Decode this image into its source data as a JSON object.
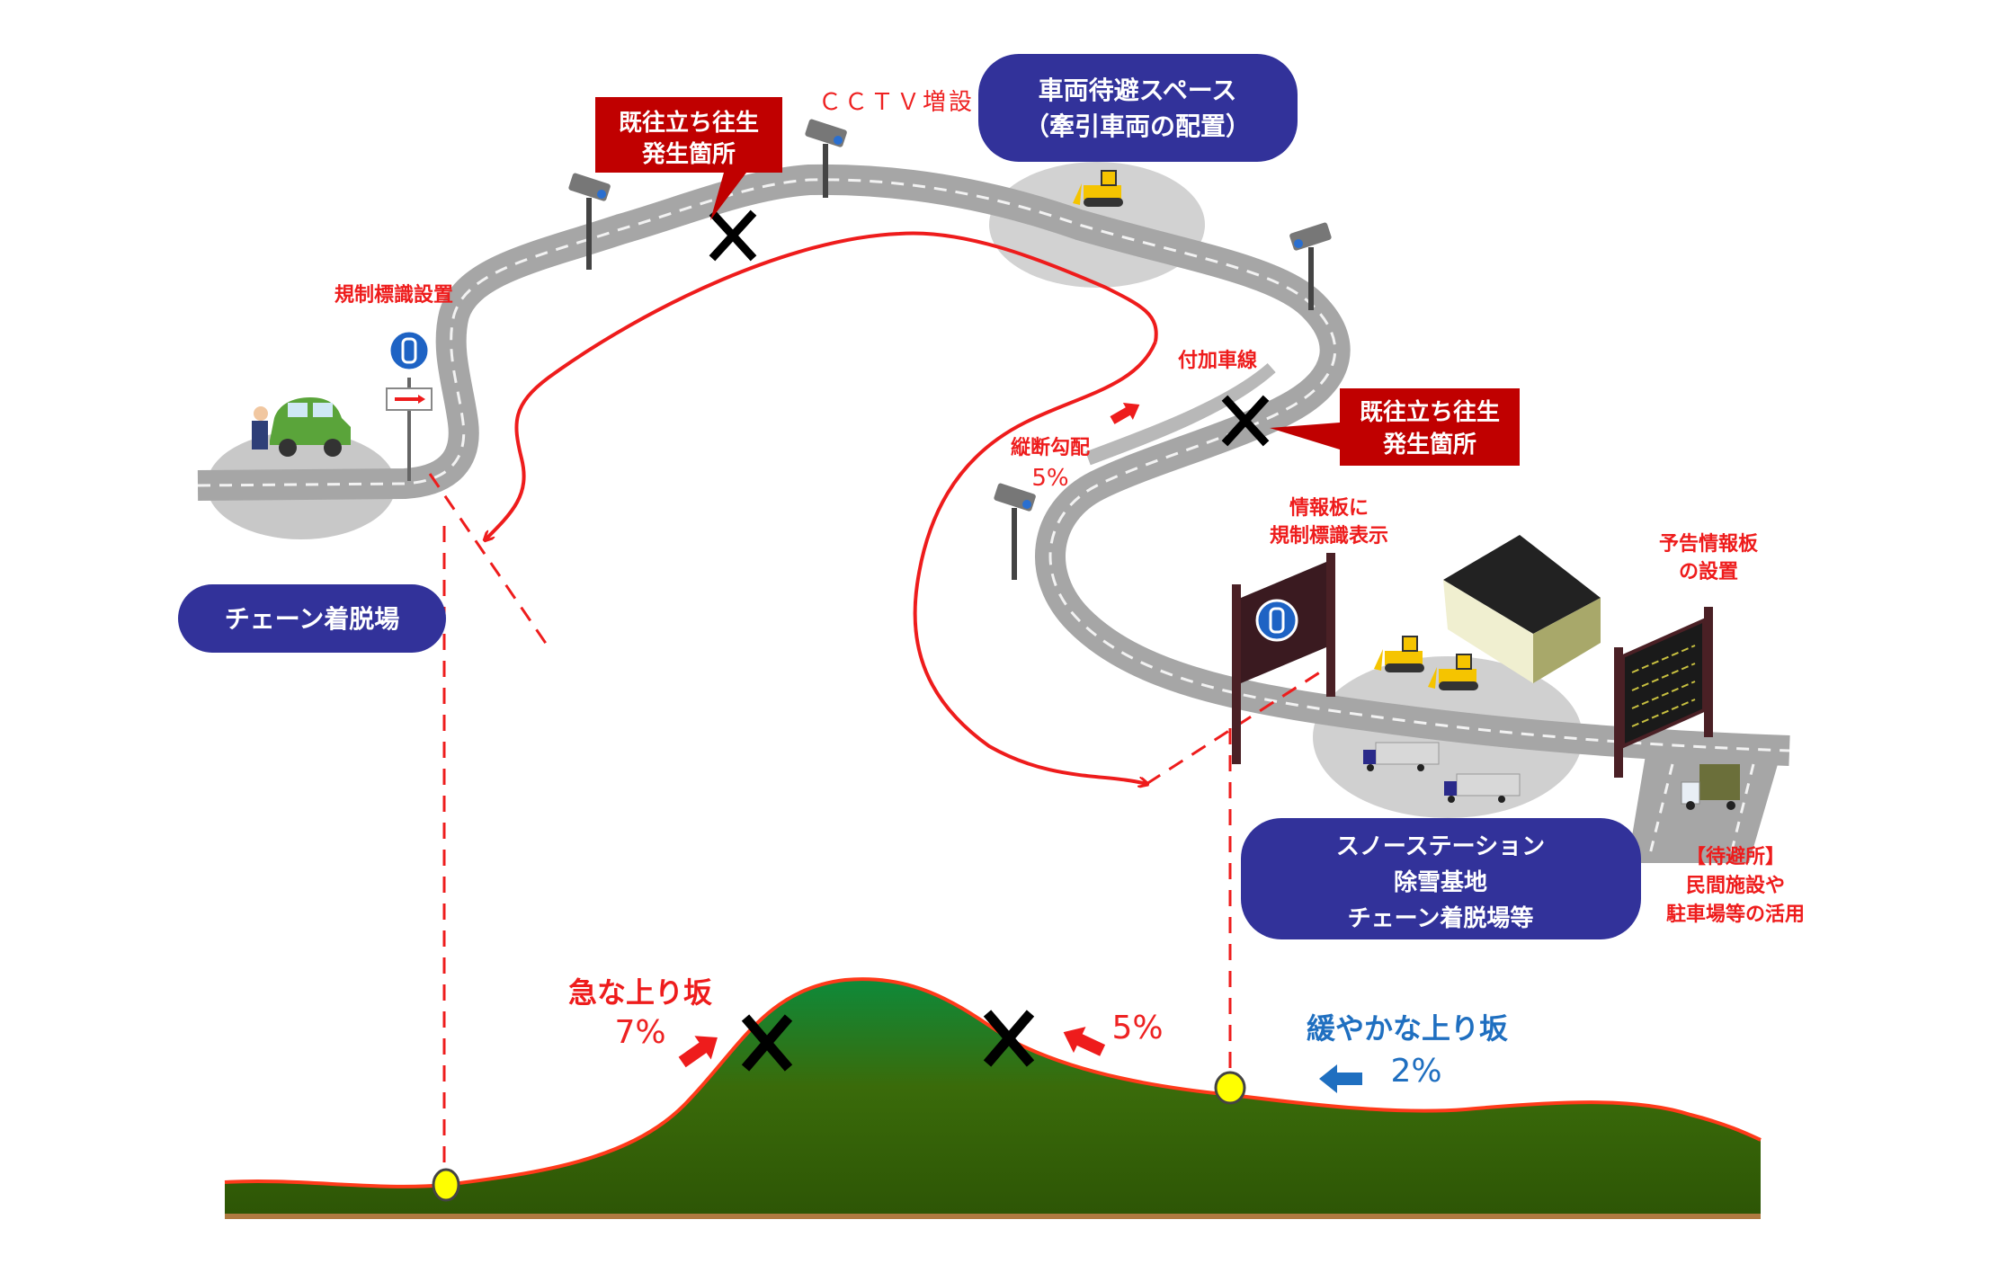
{
  "colors": {
    "label_box_blue": "#32329a",
    "callout_red": "#c00000",
    "annotation_red": "#ee1c1c",
    "gentle_slope_blue": "#1f6fc0",
    "road_gray": "#a6a6a6",
    "hill_green_top": "#0e8a3a",
    "hill_green_bottom": "#2d5a0a",
    "marker_yellow": "#ffff00"
  },
  "labels": {
    "vehicle_waiting_space": {
      "line1": "車両待避スペース",
      "line2": "（牽引車両の配置）"
    },
    "past_stuck_location_top": {
      "line1": "既往立ち往生",
      "line2": "発生箇所"
    },
    "past_stuck_location_right": {
      "line1": "既往立ち往生",
      "line2": "発生箇所"
    },
    "cctv_added": "ＣＣＴＶ増設",
    "regulation_sign_installed": "規制標識設置",
    "chain_station": "チェーン着脱場",
    "climbing_lane": "付加車線",
    "longitudinal_grade": {
      "line1": "縦断勾配",
      "line2": "5%"
    },
    "info_board_regulation": {
      "line1": "情報板に",
      "line2": "規制標識表示"
    },
    "advance_info_board": {
      "line1": "予告情報板",
      "line2": "の設置"
    },
    "snow_station": {
      "line1": "スノーステーション",
      "line2": "除雪基地",
      "line3": "チェーン着脱場等"
    },
    "refuge": {
      "line1": "【待避所】",
      "line2": "民間施設や",
      "line3": "駐車場等の活用"
    }
  },
  "profile": {
    "steep_slope": {
      "label": "急な上り坂",
      "grade": "7%"
    },
    "downhill_grade": "5%",
    "gentle_slope": {
      "label": "緩やかな上り坂",
      "grade": "2%"
    }
  },
  "icons": {
    "cctv": "cctv-camera-icon",
    "bulldozer": "bulldozer-icon",
    "stuck_marker": "x-mark-icon",
    "chain_sign": "chain-required-sign-icon",
    "truck": "truck-icon",
    "garage": "garage-building-icon",
    "car": "car-icon",
    "location_marker": "yellow-dot-icon"
  }
}
